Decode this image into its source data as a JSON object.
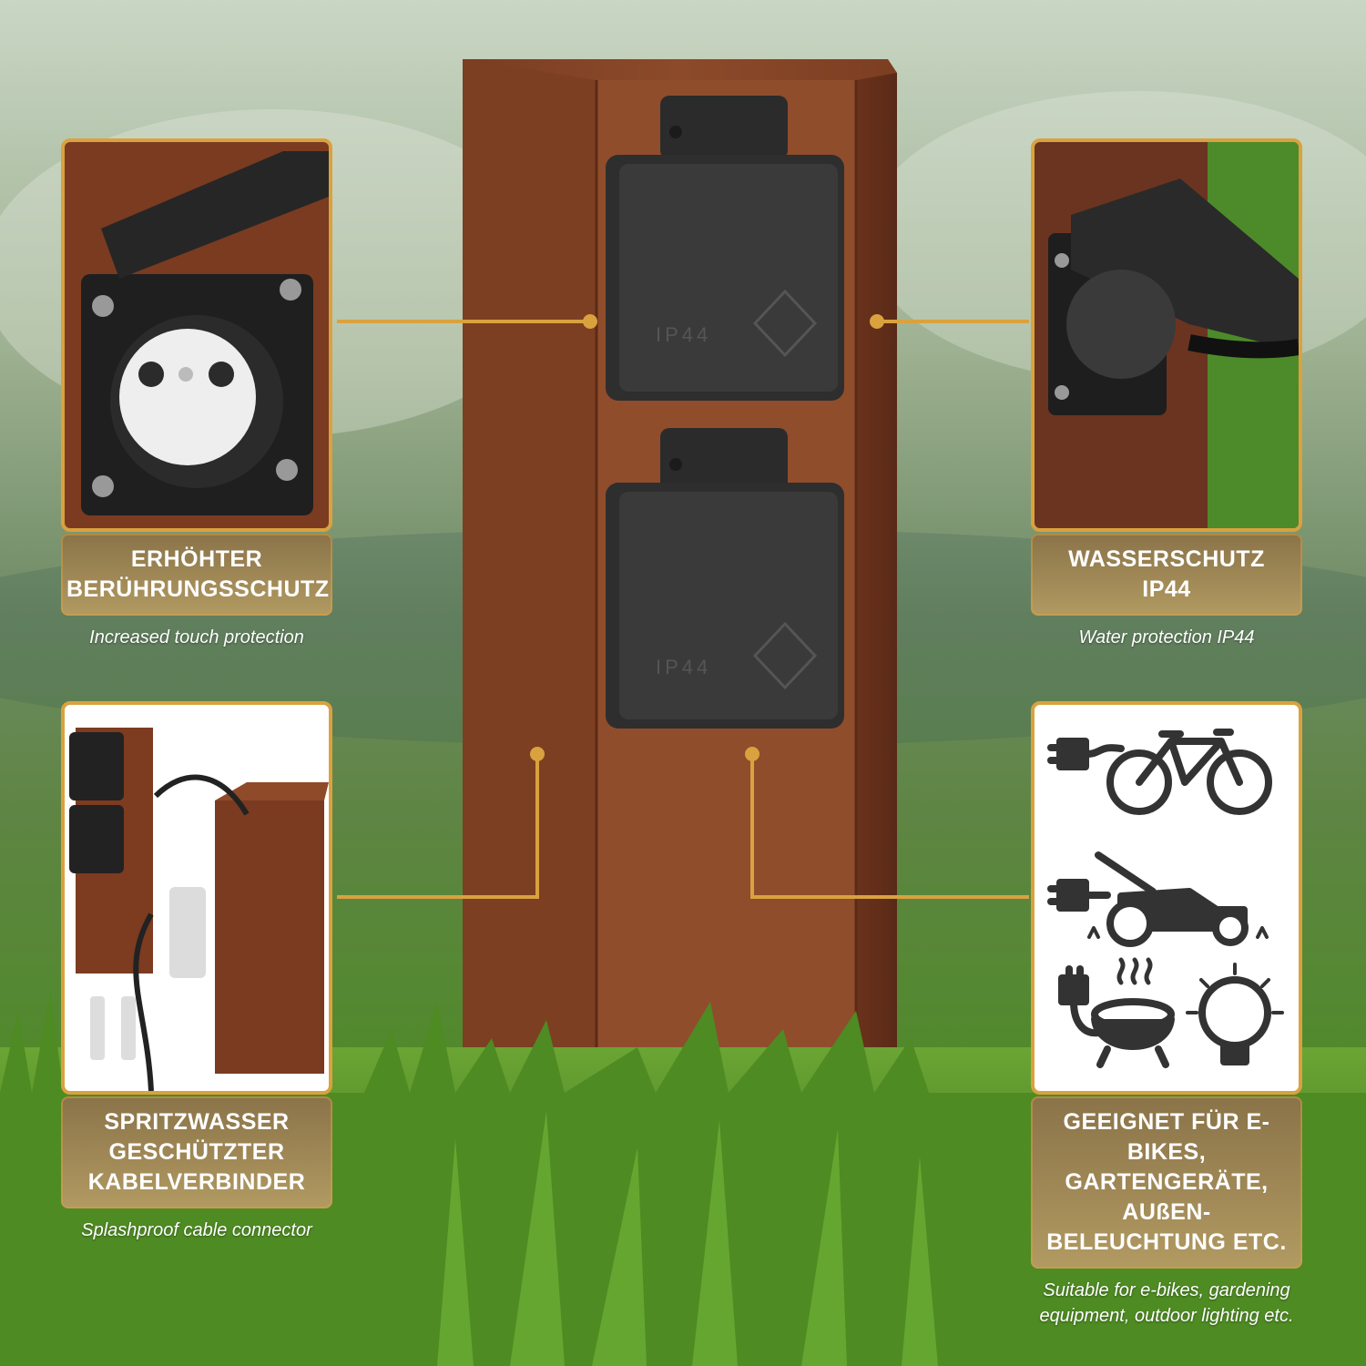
{
  "panels": {
    "touch": {
      "title_lines": [
        "ERHÖHTER",
        "BERÜHRUNGSSCHUTZ"
      ],
      "subtitle": "Increased touch protection"
    },
    "water": {
      "title_lines": [
        "WASSERSCHUTZ",
        "IP44"
      ],
      "subtitle": "Water protection IP44"
    },
    "cable": {
      "title_lines": [
        "SPRITZWASSER",
        "GESCHÜTZTER",
        "KABELVERBINDER"
      ],
      "subtitle": "Splashproof cable connector"
    },
    "usage": {
      "title_lines": [
        "GEEIGNET FÜR E-BIKES,",
        "GARTENGERÄTE, AUßEN-",
        "BELEUCHTUNG ETC."
      ],
      "subtitle_lines": [
        "Suitable for e-bikes, gardening",
        "equipment, outdoor lighting etc."
      ]
    }
  },
  "sockets": {
    "upper_label": "IP44",
    "lower_label": "IP44"
  },
  "icons": [
    "plug-icon",
    "ebike-icon",
    "lawnmower-icon",
    "grill-icon",
    "lightbulb-icon"
  ],
  "colors": {
    "accent": "#d9a23f",
    "rust": "#8b4a2b",
    "grass": "#4d8a2a"
  }
}
